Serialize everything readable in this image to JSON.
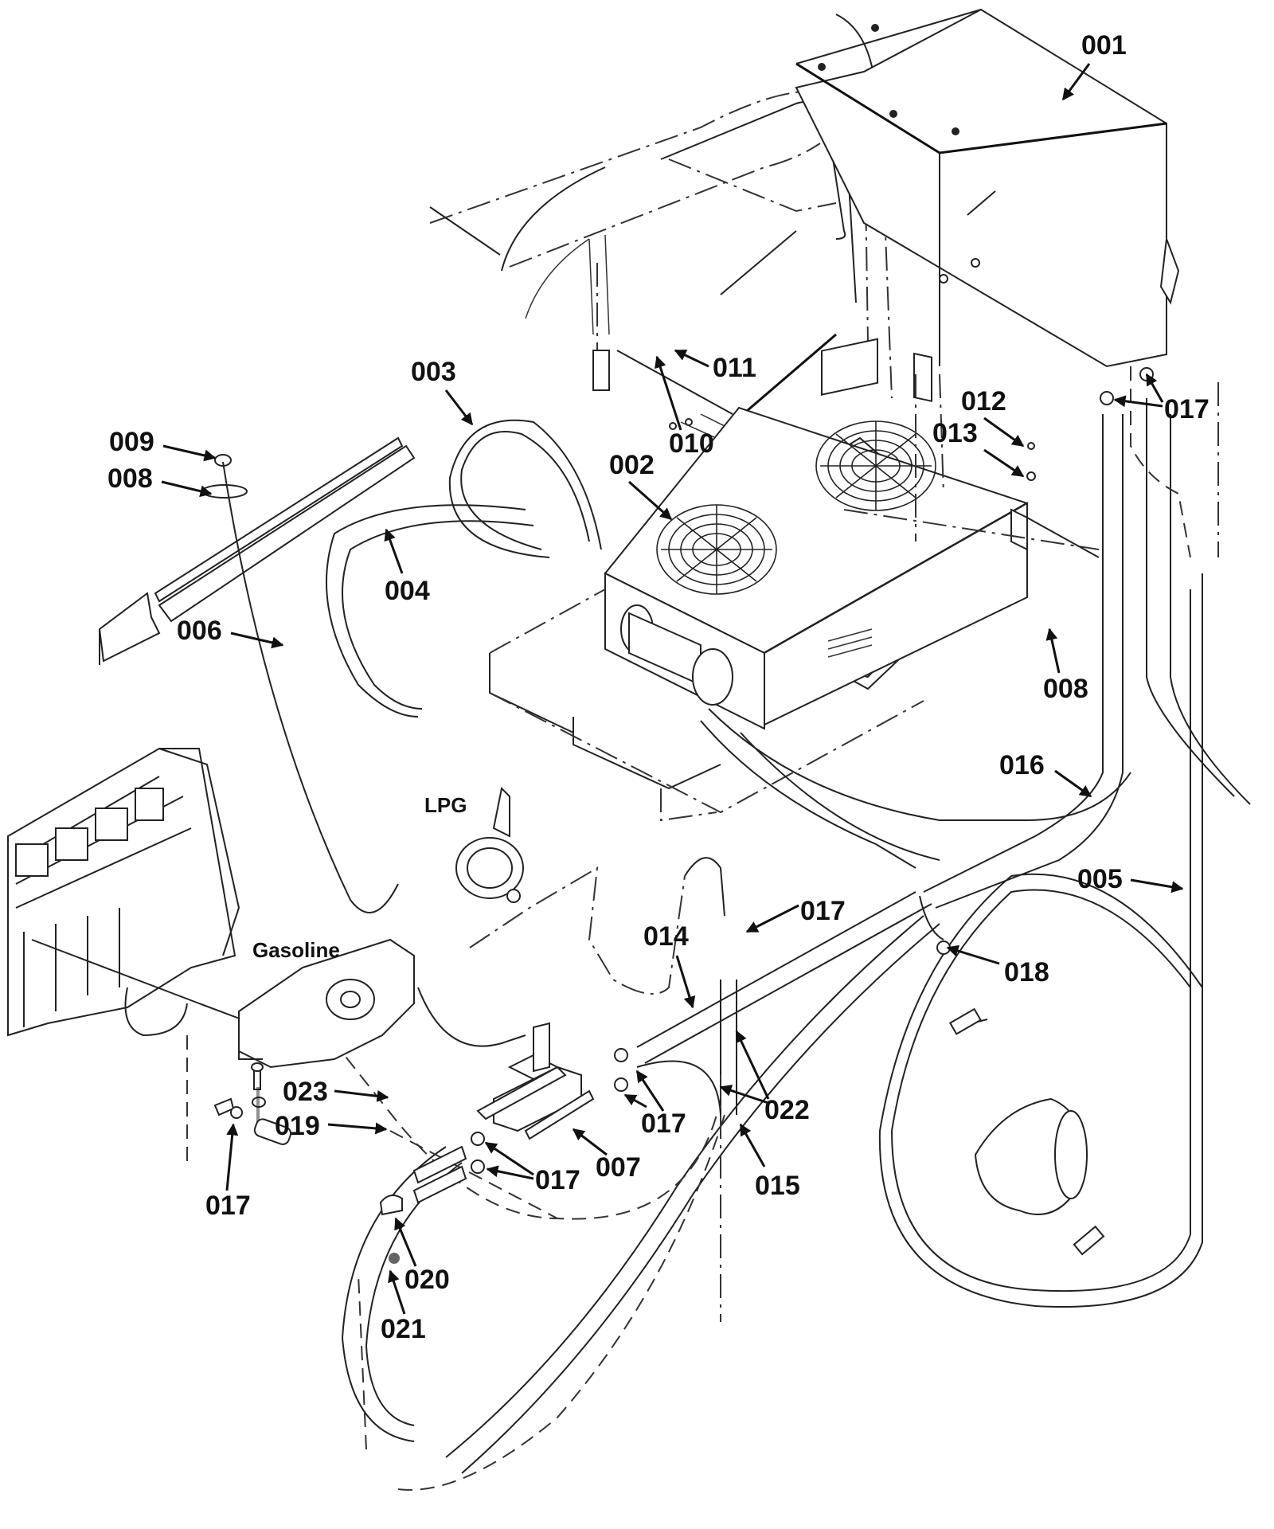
{
  "diagram": {
    "type": "exploded parts diagram",
    "subject": "air conditioning system installation",
    "background_color": "#ffffff",
    "line_color": "#222222"
  },
  "callouts": [
    {
      "id": "c001",
      "number": "001",
      "part": "evaporator housing box"
    },
    {
      "id": "c002",
      "number": "002",
      "part": "condenser unit with twin fans"
    },
    {
      "id": "c003",
      "number": "003",
      "part": "hose loop"
    },
    {
      "id": "c004",
      "number": "004",
      "part": "hose"
    },
    {
      "id": "c005",
      "number": "005",
      "part": "long hose"
    },
    {
      "id": "c006",
      "number": "006",
      "part": "cable"
    },
    {
      "id": "c007",
      "number": "007",
      "part": "fitting block"
    },
    {
      "id": "c008a",
      "number": "008",
      "part": "washer"
    },
    {
      "id": "c008b",
      "number": "008",
      "part": "label decal"
    },
    {
      "id": "c009",
      "number": "009",
      "part": "pin"
    },
    {
      "id": "c010",
      "number": "010",
      "part": "screw"
    },
    {
      "id": "c011",
      "number": "011",
      "part": "washer"
    },
    {
      "id": "c012",
      "number": "012",
      "part": "bolt"
    },
    {
      "id": "c013",
      "number": "013",
      "part": "washer"
    },
    {
      "id": "c014",
      "number": "014",
      "part": "hose"
    },
    {
      "id": "c015",
      "number": "015",
      "part": "hose"
    },
    {
      "id": "c016",
      "number": "016",
      "part": "sleeved hose bundle"
    },
    {
      "id": "c017a",
      "number": "017",
      "part": "clamp (evaporator)"
    },
    {
      "id": "c017b",
      "number": "017",
      "part": "clamp (heater hose)"
    },
    {
      "id": "c017c",
      "number": "017",
      "part": "clamp (block top)"
    },
    {
      "id": "c017d",
      "number": "017",
      "part": "clamp (block bottom)"
    },
    {
      "id": "c017e",
      "number": "017",
      "part": "clamp (engine)"
    },
    {
      "id": "c018",
      "number": "018",
      "part": "tie clip"
    },
    {
      "id": "c019",
      "number": "019",
      "part": "washer"
    },
    {
      "id": "c020",
      "number": "020",
      "part": "clamp"
    },
    {
      "id": "c021",
      "number": "021",
      "part": "nut"
    },
    {
      "id": "c022",
      "number": "022",
      "part": "hose"
    },
    {
      "id": "c023",
      "number": "023",
      "part": "bolt"
    }
  ],
  "annotations": {
    "lpg": "LPG",
    "gasoline": "Gasoline"
  }
}
